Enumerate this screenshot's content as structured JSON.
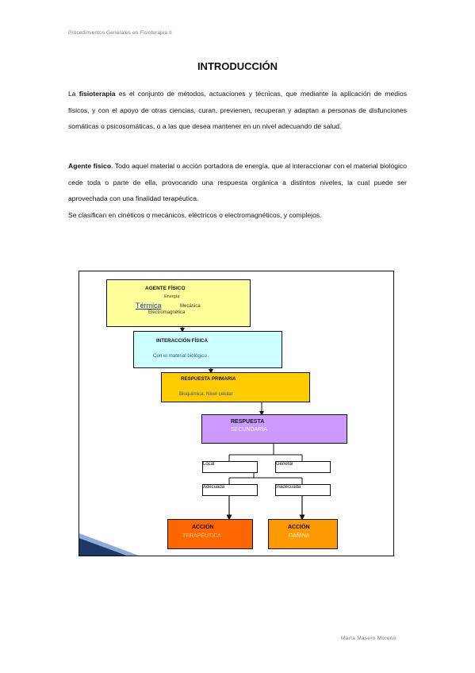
{
  "header": "Procedimientos Generales en Fisioterapia II",
  "title": "INTRODUCCIÓN",
  "p1": {
    "prefix": "La ",
    "bold": "fisioterapia",
    "rest": " es el conjunto de métodos, actuaciones y técnicas, que mediante la aplicación de medios físicos, y con el apoyo de otras ciencias, curan, previenen, recuperan y adaptan a personas de disfunciones somáticas o psicosomáticas, o a las que desea mantener en un nivel adecuando de salud."
  },
  "p2": {
    "bold": "Agente físico",
    "rest": ". Todo aquel material o acción portadora de energía, que al interaccionar con el material biológico cede toda o parte de ella, provocando una respuesta orgánica a distintos niveles, la cual puede ser aprovechada con una finalidad terapéutica."
  },
  "p3": "Se clasifican en cinéticos o mecánicos, eléctricos o electromagnéticos, y complejos.",
  "diagram": {
    "agente": {
      "title": "AGENTE FÍSICO",
      "energia": "Energía",
      "termica": "Térmica",
      "mecanica": "Mecánica",
      "electro": "Electromagnética"
    },
    "interaccion": {
      "title": "INTERACCIÓN FÍSICA",
      "sub": "Con el material biológico"
    },
    "primaria": {
      "title": "RESPUESTA PRIMARIA",
      "sub": "Bioquímica. Nivel celular"
    },
    "secundaria": {
      "title": "RESPUESTA",
      "sub": "SECUNDARIA"
    },
    "local": "Local",
    "general": "General",
    "adecuada": "Adecuada",
    "inadecuada": "Inadecuada",
    "terapeutica": {
      "title": "ACCIÓN",
      "sub": "TERAPÉUTICA"
    },
    "danina": {
      "title": "ACCIÓN",
      "sub": "DAÑINA"
    }
  },
  "footer": "Marta Masero Moreno"
}
